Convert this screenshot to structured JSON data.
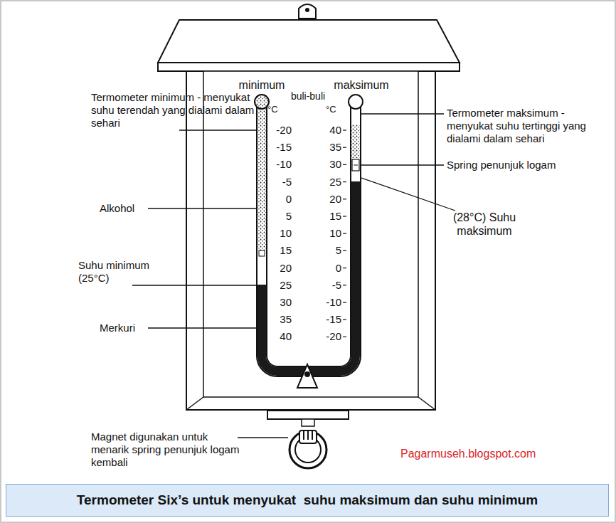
{
  "diagram": {
    "caption": "Termometer Six’s untuk menyukat  suhu maksimum dan suhu minimum",
    "labels": [
      "minimum",
      "maksimum",
      "buli-buli",
      "°C",
      "°C",
      "Termometer minimum - menyukat suhu terendah yang dialami dalam sehari",
      "Alkohol",
      "Suhu minimum (25°C)",
      "Merkuri",
      "Termometer maksimum - menyukat suhu tertinggi yang dialami dalam sehari",
      "Spring penunjuk logam",
      "(28°C) Suhu maksimum",
      "Magnet digunakan untuk menarik spring penunjuk logam kembali",
      "Pagarmuseh.blogspot.com",
      "-20",
      "-15",
      "-10",
      "-5",
      "0",
      "5",
      "10",
      "15",
      "20",
      "25",
      "30",
      "35",
      "40",
      "40",
      "35",
      "30",
      "25",
      "20",
      "15",
      "10",
      "5",
      "0",
      "-5",
      "-10",
      "-15",
      "-20"
    ]
  }
}
